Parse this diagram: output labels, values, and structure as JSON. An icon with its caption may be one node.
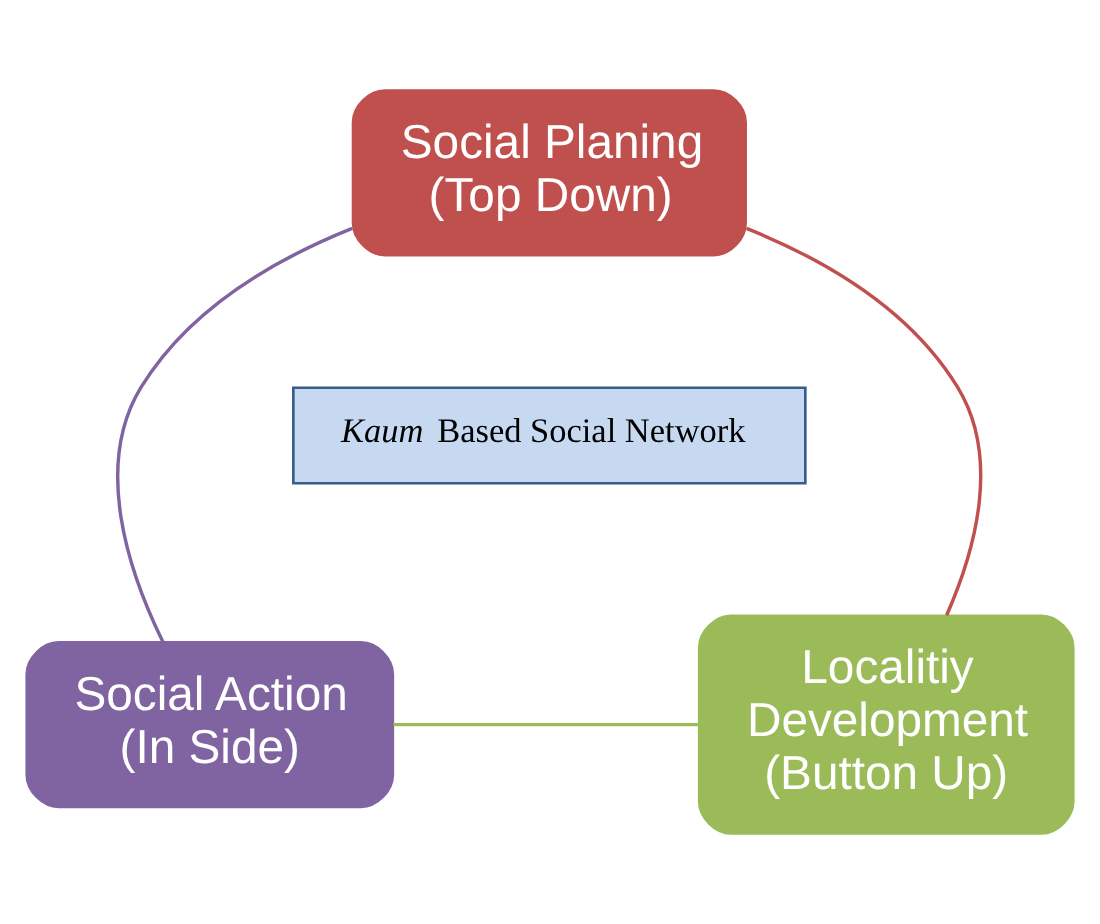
{
  "diagram": {
    "nodes": [
      {
        "text": [
          "Social Planing (Top Down)"
        ]
      },
      {
        "text": [
          "Social Action (In Side)"
        ]
      },
      {
        "text": [
          "*Kaum* Based Social Network"
        ]
      },
      {
        "text": [
          "Localitiy Development (Button Up)"
        ]
      }
    ],
    "edges": [
      {
        "from": 0,
        "to": 1,
        "arrow": "none",
        "color": "#8064a2"
      },
      {
        "from": 0,
        "to": 3,
        "arrow": "none",
        "color": "#c0504d"
      },
      {
        "from": 1,
        "to": 3,
        "arrow": "none",
        "color": "#9bbb59"
      }
    ]
  }
}
